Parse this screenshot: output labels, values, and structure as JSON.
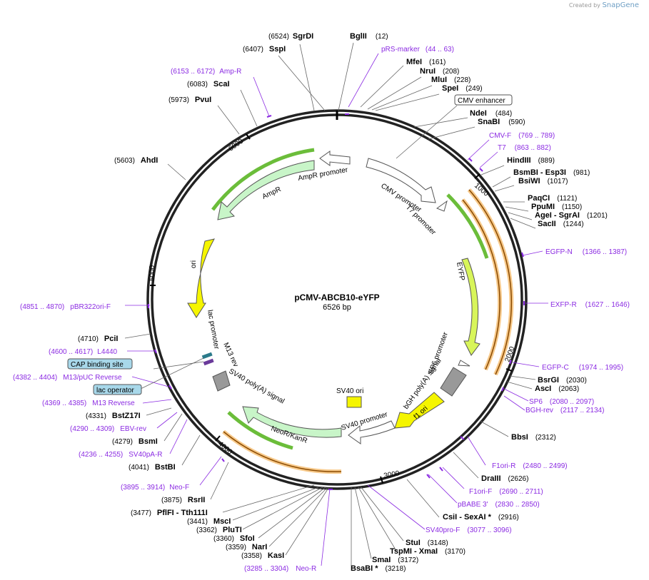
{
  "credit": {
    "prefix": "Created by",
    "brand": "SnapGene"
  },
  "plasmid": {
    "name": "pCMV-ABCB10-eYFP",
    "length_label": "6526 bp"
  },
  "ticks": [
    "1000",
    "2000",
    "3000",
    "4000",
    "5000",
    "6000"
  ],
  "features": [
    {
      "label": "CMV promoter"
    },
    {
      "label": "T7 promoter"
    },
    {
      "label": "EYFP"
    },
    {
      "label": "SP6 promoter"
    },
    {
      "label": "bGH poly(A) signal"
    },
    {
      "label": "f1 ori"
    },
    {
      "label": "SV40 ori"
    },
    {
      "label": "SV40 promoter"
    },
    {
      "label": "NeoR/KanR"
    },
    {
      "label": "SV40 poly(A) signal"
    },
    {
      "label": "M13 rev"
    },
    {
      "label": "lac promoter"
    },
    {
      "label": "ori"
    },
    {
      "label": "AmpR"
    },
    {
      "label": "AmpR promoter"
    }
  ],
  "sites": [
    {
      "pos": "(6524)",
      "name": "SgrDI"
    },
    {
      "pos": "(12)",
      "name": "BglII"
    },
    {
      "pos": "(6407)",
      "name": "SspI"
    },
    {
      "pos": "(44 .. 63)",
      "name": "pRS-marker"
    },
    {
      "pos": "(161)",
      "name": "MfeI"
    },
    {
      "pos": "(208)",
      "name": "NruI"
    },
    {
      "pos": "(228)",
      "name": "MluI"
    },
    {
      "pos": "(249)",
      "name": "SpeI"
    },
    {
      "pos": "(6153 .. 6172)",
      "name": "Amp-R"
    },
    {
      "pos": "(6083)",
      "name": "ScaI"
    },
    {
      "pos": "(5973)",
      "name": "PvuI"
    },
    {
      "pos": "",
      "name": "CMV enhancer"
    },
    {
      "pos": "(484)",
      "name": "NdeI"
    },
    {
      "pos": "(590)",
      "name": "SnaBI"
    },
    {
      "pos": "(769 .. 789)",
      "name": "CMV-F"
    },
    {
      "pos": "(863 .. 882)",
      "name": "T7"
    },
    {
      "pos": "(889)",
      "name": "HindIII"
    },
    {
      "pos": "(981)",
      "name": "BsmBI - Esp3I"
    },
    {
      "pos": "(1017)",
      "name": "BsiWI"
    },
    {
      "pos": "(1121)",
      "name": "PaqCI"
    },
    {
      "pos": "(1150)",
      "name": "PpuMI"
    },
    {
      "pos": "(1201)",
      "name": "AgeI - SgrAI"
    },
    {
      "pos": "(1244)",
      "name": "SacII"
    },
    {
      "pos": "(5603)",
      "name": "AhdI"
    },
    {
      "pos": "(1366 .. 1387)",
      "name": "EGFP-N"
    },
    {
      "pos": "(4851 .. 4870)",
      "name": "pBR322ori-F"
    },
    {
      "pos": "(1627 .. 1646)",
      "name": "EXFP-R"
    },
    {
      "pos": "(4710)",
      "name": "PciI"
    },
    {
      "pos": "(4600 .. 4617)",
      "name": "L4440"
    },
    {
      "pos": "(1974 .. 1995)",
      "name": "EGFP-C"
    },
    {
      "pos": "",
      "name": "CAP binding site"
    },
    {
      "pos": "(2030)",
      "name": "BsrGI"
    },
    {
      "pos": "(2063)",
      "name": "AscI"
    },
    {
      "pos": "(4382 .. 4404)",
      "name": "M13/pUC Reverse"
    },
    {
      "pos": "",
      "name": "lac operator"
    },
    {
      "pos": "(2080 .. 2097)",
      "name": "SP6"
    },
    {
      "pos": "(2117 .. 2134)",
      "name": "BGH-rev"
    },
    {
      "pos": "(4369 .. 4385)",
      "name": "M13 Reverse"
    },
    {
      "pos": "(4331)",
      "name": "BstZ17I"
    },
    {
      "pos": "(4290 .. 4309)",
      "name": "EBV-rev"
    },
    {
      "pos": "(2312)",
      "name": "BbsI"
    },
    {
      "pos": "(4279)",
      "name": "BsmI"
    },
    {
      "pos": "(4236 .. 4255)",
      "name": "SV40pA-R"
    },
    {
      "pos": "(2480 .. 2499)",
      "name": "F1ori-R"
    },
    {
      "pos": "(4041)",
      "name": "BstBI"
    },
    {
      "pos": "(2626)",
      "name": "DraIII"
    },
    {
      "pos": "(3895 .. 3914)",
      "name": "Neo-F"
    },
    {
      "pos": "(2690 .. 2711)",
      "name": "F1ori-F"
    },
    {
      "pos": "(3875)",
      "name": "RsrII"
    },
    {
      "pos": "(2830 .. 2850)",
      "name": "pBABE 3'"
    },
    {
      "pos": "(3477)",
      "name": "PflFI - Tth111I"
    },
    {
      "pos": "(2916)",
      "name": "CsiI - SexAI *"
    },
    {
      "pos": "(3441)",
      "name": "MscI"
    },
    {
      "pos": "(3077 .. 3096)",
      "name": "SV40pro-F"
    },
    {
      "pos": "(3362)",
      "name": "PluTI"
    },
    {
      "pos": "(3360)",
      "name": "SfoI"
    },
    {
      "pos": "(3148)",
      "name": "StuI"
    },
    {
      "pos": "(3359)",
      "name": "NarI"
    },
    {
      "pos": "(3170)",
      "name": "TspMI - XmaI"
    },
    {
      "pos": "(3358)",
      "name": "KasI"
    },
    {
      "pos": "(3172)",
      "name": "SmaI"
    },
    {
      "pos": "(3285 .. 3304)",
      "name": "Neo-R"
    },
    {
      "pos": "(3218)",
      "name": "BsaBI *"
    }
  ]
}
